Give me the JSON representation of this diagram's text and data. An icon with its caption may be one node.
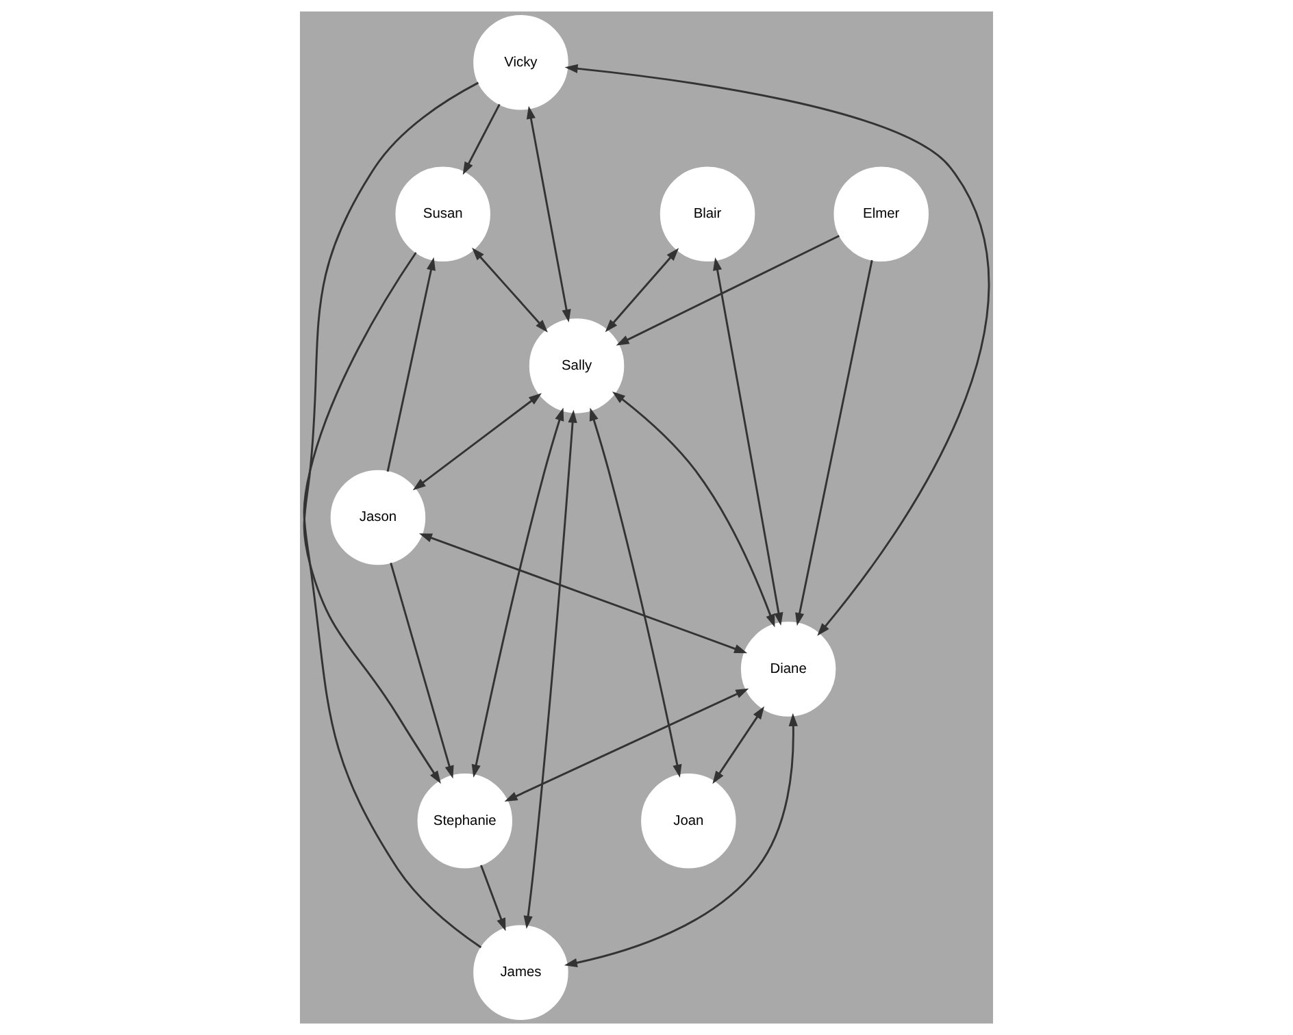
{
  "diagram": {
    "nodes": [
      {
        "text": [
          "Susan"
        ]
      },
      {
        "text": [
          "Vicky"
        ]
      },
      {
        "text": [
          "Elmer"
        ]
      },
      {
        "text": [
          "Blair"
        ]
      },
      {
        "text": [
          "Sally"
        ]
      },
      {
        "text": [
          "Jason"
        ]
      },
      {
        "text": [
          "Diane"
        ]
      },
      {
        "text": [
          "James"
        ]
      },
      {
        "text": [
          "Stephanie"
        ]
      },
      {
        "text": [
          "Joan"
        ]
      }
    ],
    "edges": [
      {
        "from": 1,
        "to": 0,
        "arrow": "to"
      },
      {
        "from": 5,
        "to": 0,
        "arrow": "to"
      },
      {
        "from": 0,
        "to": 7,
        "arrow": "none"
      },
      {
        "from": 0,
        "to": 4,
        "arrow": "both"
      },
      {
        "from": 1,
        "to": 4,
        "arrow": "both"
      },
      {
        "from": 2,
        "to": 4,
        "arrow": "to"
      },
      {
        "from": 2,
        "to": 6,
        "arrow": "to"
      },
      {
        "from": 1,
        "to": 6,
        "arrow": "both"
      },
      {
        "from": 1,
        "to": 8,
        "arrow": "to"
      },
      {
        "from": 3,
        "to": 4,
        "arrow": "both"
      },
      {
        "from": 4,
        "to": 5,
        "arrow": "both"
      },
      {
        "from": 4,
        "to": 6,
        "arrow": "both"
      },
      {
        "from": 3,
        "to": 6,
        "arrow": "both"
      },
      {
        "from": 5,
        "to": 6,
        "arrow": "both"
      },
      {
        "from": 5,
        "to": 8,
        "arrow": "to"
      },
      {
        "from": 4,
        "to": 7,
        "arrow": "both"
      },
      {
        "from": 6,
        "to": 7,
        "arrow": "both"
      },
      {
        "from": 4,
        "to": 9,
        "arrow": "both"
      },
      {
        "from": 4,
        "to": 8,
        "arrow": "both"
      },
      {
        "from": 6,
        "to": 9,
        "arrow": "both"
      },
      {
        "from": 6,
        "to": 8,
        "arrow": "both"
      },
      {
        "from": 8,
        "to": 7,
        "arrow": "to"
      }
    ]
  }
}
